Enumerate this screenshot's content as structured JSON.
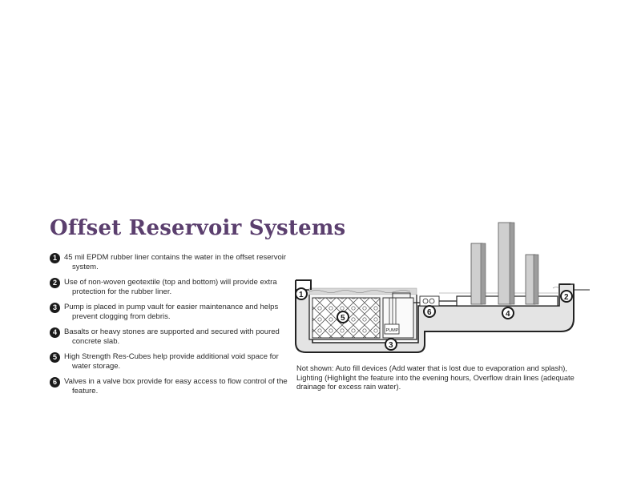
{
  "title": "Offset Reservoir Systems",
  "legend": [
    {
      "num": "1",
      "line1": "45 mil EPDM rubber liner contains the water in the offset reservoir",
      "line2": "system."
    },
    {
      "num": "2",
      "line1": "Use of non-woven geotextile (top and bottom) will provide extra",
      "line2": "protection for the rubber liner."
    },
    {
      "num": "3",
      "line1": "Pump is placed in pump vault for easier maintenance and helps",
      "line2": "prevent clogging from debris."
    },
    {
      "num": "4",
      "line1": "Basalts or heavy stones are supported and secured with poured",
      "line2": "concrete slab."
    },
    {
      "num": "5",
      "line1": "High Strength Res-Cubes help provide additional void space for",
      "line2": "water storage."
    },
    {
      "num": "6",
      "line1": "Valves in a valve box provide for easy access to flow control of the",
      "line2": "feature."
    }
  ],
  "diagram": {
    "callouts": [
      "1",
      "2",
      "3",
      "4",
      "5",
      "6"
    ],
    "pump_label": "PUMP"
  },
  "note": {
    "line1": "Not shown: Auto fill devices  (Add water that is lost due to evaporation and splash),",
    "line2": "Lighting (Highlight the feature into the evening hours, Overflow drain lines (adequate",
    "line3": "drainage for excess rain water)."
  }
}
